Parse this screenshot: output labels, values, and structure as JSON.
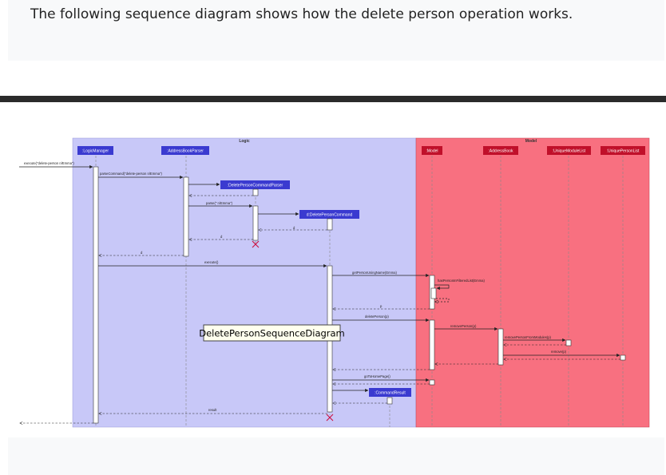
{
  "intro_text": "The following sequence diagram shows how the delete person operation works.",
  "diagram": {
    "frame_logic": "Logic",
    "frame_model": "Model",
    "participants": {
      "logic_manager": ":LogicManager",
      "address_book_parser": ":AddressBookParser",
      "delete_person_command_parser": ":DeletePersonCommandParser",
      "delete_person_command": "d:DeletePersonCommand",
      "model": ":Model",
      "address_book": ":AddressBook",
      "unique_module_list": ":UniqueModuleList",
      "unique_person_list": ":UniquePersonList",
      "command_result": ":CommandResult"
    },
    "messages": {
      "execute": "execute(\"delete-person n/Emma\")",
      "parse_command": "parseCommand(\"delete-person n/Emma\")",
      "parse": "parse(\" n/Emma\")",
      "return_d_1": "d",
      "return_d_2": "d",
      "return_d_3": "d",
      "execute_cmd": "execute()",
      "get_person": "getPersonUsingName(Emma)",
      "has_person": "hasPersonInFilteredList(Emma)",
      "return_p": "p",
      "delete_person": "deletePerson(p)",
      "remove_person": "removePerson(p)",
      "remove_from_modules": "removePersonFromModules(p)",
      "remove": "remove(p)",
      "go_to_home": "goToHomePage()",
      "result": "result"
    },
    "caption": "DeletePersonSequenceDiagram",
    "colors": {
      "logic_bg": "#c8c8f8",
      "model_bg": "#f87080",
      "logic_box": "#3a3ad0",
      "model_box": "#c0102a",
      "destroy": "#cc1040"
    }
  }
}
